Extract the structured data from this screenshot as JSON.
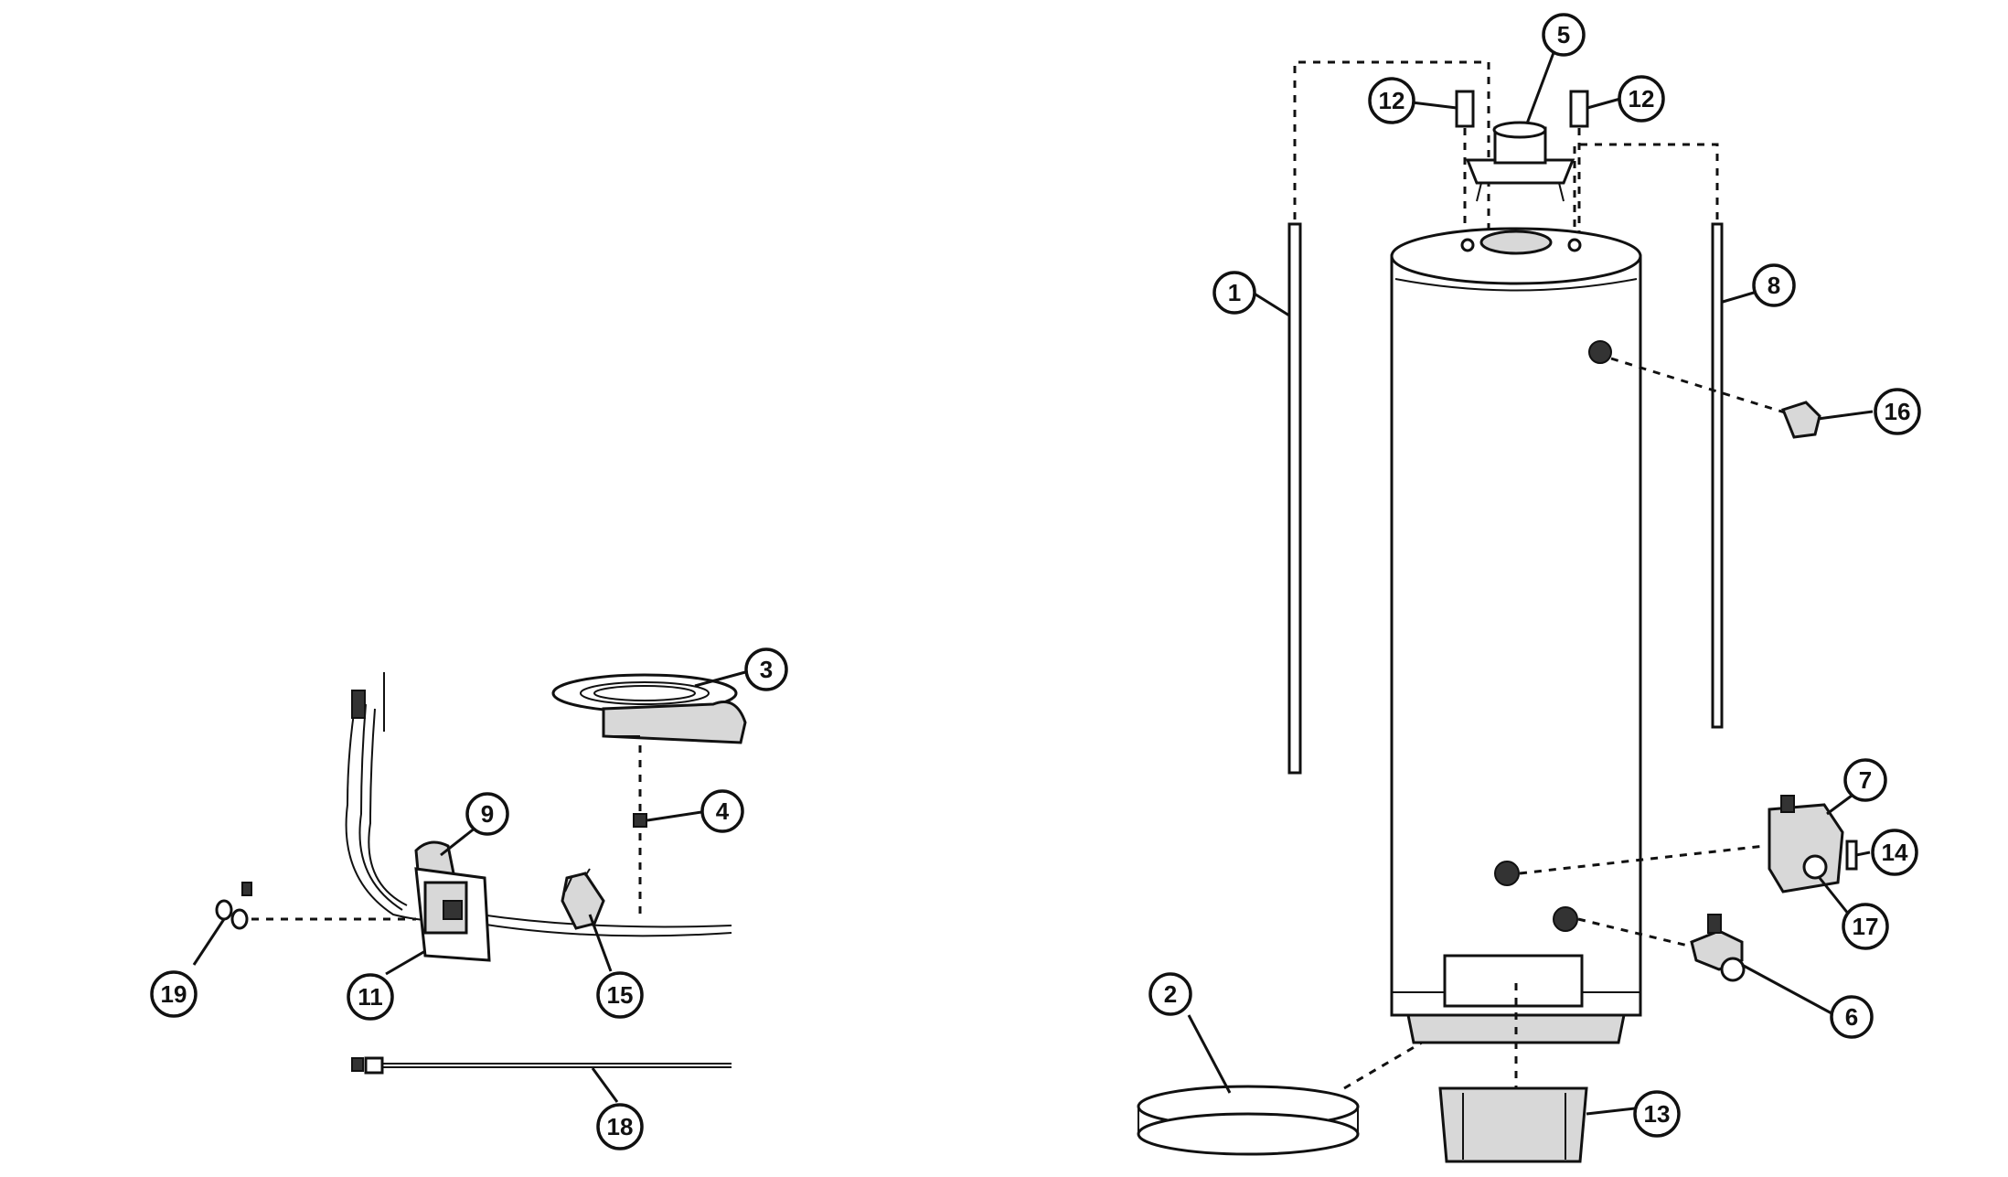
{
  "callouts": [
    {
      "id": "rod-1",
      "label": "1"
    },
    {
      "id": "ring-2",
      "label": "2"
    },
    {
      "id": "burner-3",
      "label": "3"
    },
    {
      "id": "orifice-4",
      "label": "4"
    },
    {
      "id": "diverter-5",
      "label": "5"
    },
    {
      "id": "drain-6",
      "label": "6"
    },
    {
      "id": "valve-7",
      "label": "7"
    },
    {
      "id": "rod-8",
      "label": "8"
    },
    {
      "id": "igniter-9",
      "label": "9"
    },
    {
      "id": "door-11",
      "label": "11"
    },
    {
      "id": "nipple-12a",
      "label": "12"
    },
    {
      "id": "nipple-12b",
      "label": "12"
    },
    {
      "id": "base-13",
      "label": "13"
    },
    {
      "id": "knob-14",
      "label": "14"
    },
    {
      "id": "bracket-15",
      "label": "15"
    },
    {
      "id": "relief-16",
      "label": "16"
    },
    {
      "id": "knob-17",
      "label": "17"
    },
    {
      "id": "thermocouple-18",
      "label": "18"
    },
    {
      "id": "fitting-19",
      "label": "19"
    }
  ]
}
